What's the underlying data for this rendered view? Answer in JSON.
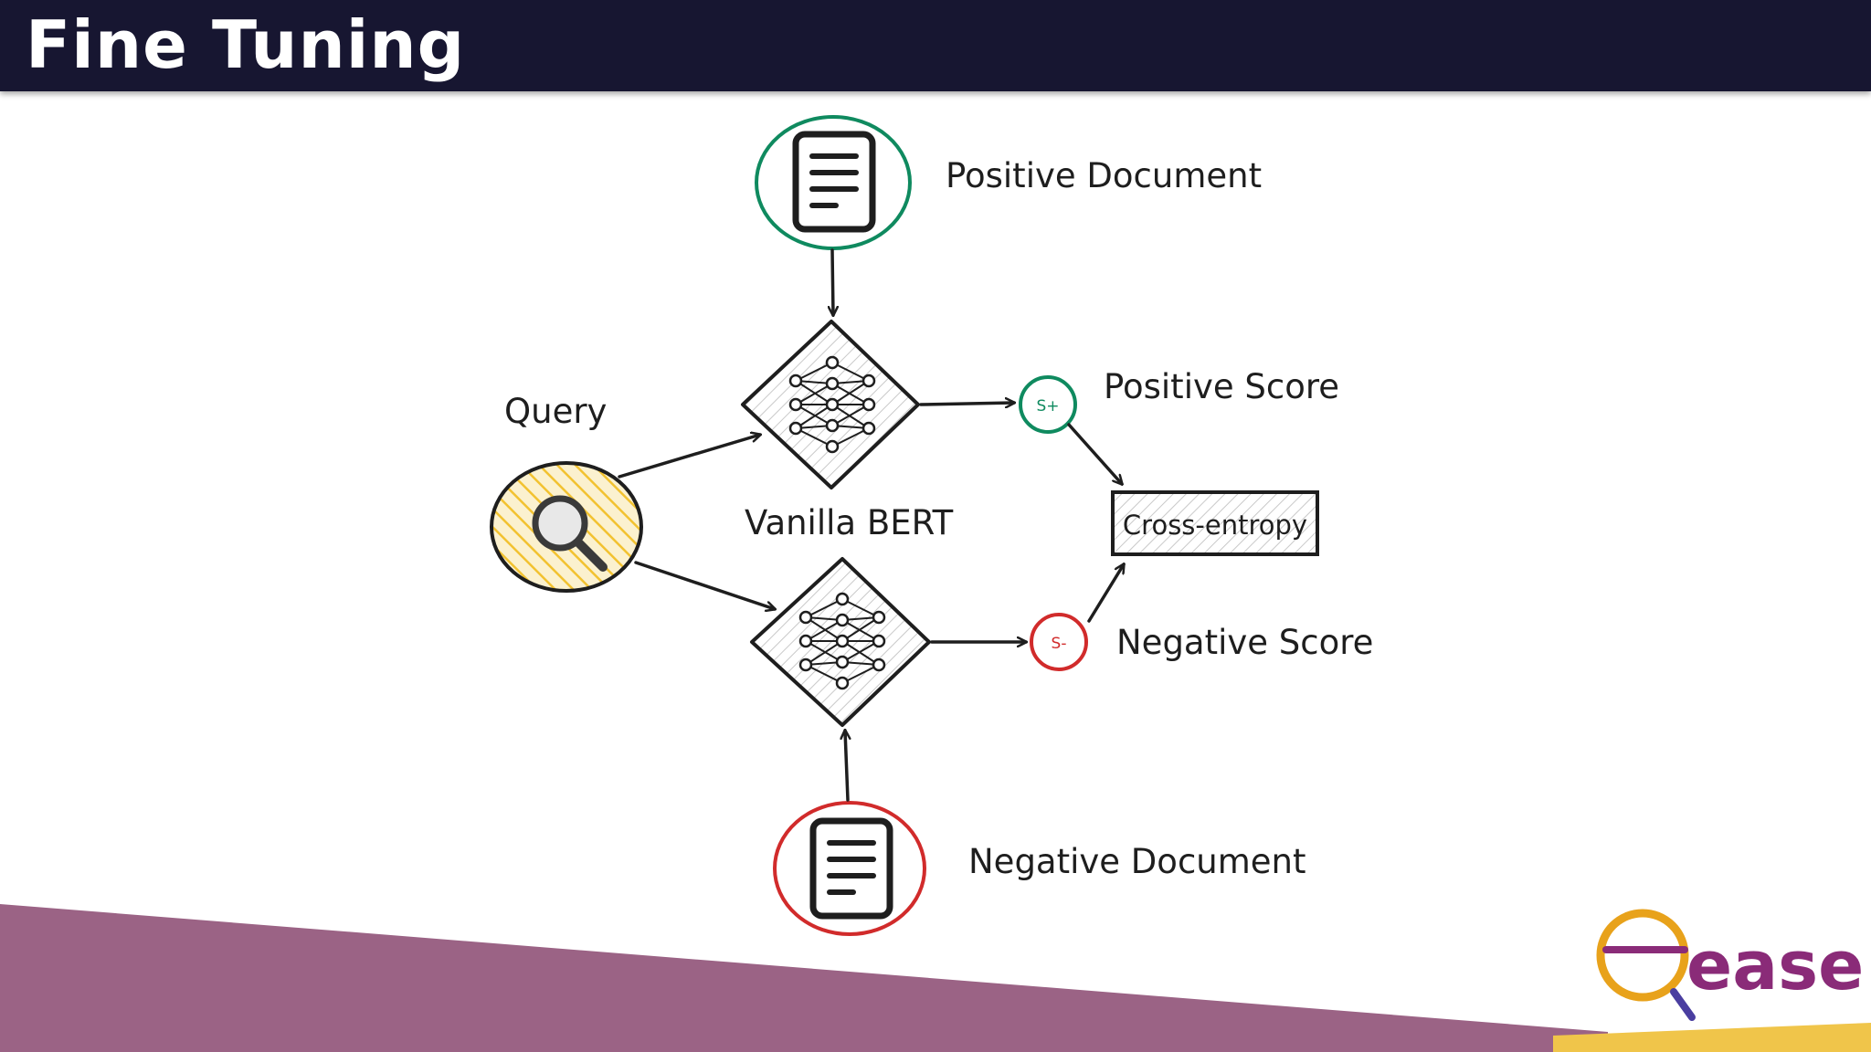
{
  "slide": {
    "title": "Fine Tuning"
  },
  "diagram": {
    "query_label": "Query",
    "positive_document_label": "Positive Document",
    "negative_document_label": "Negative Document",
    "model_label": "Vanilla BERT",
    "positive_score_label": "Positive Score",
    "negative_score_label": "Negative Score",
    "positive_score_symbol": "S+",
    "negative_score_symbol": "S-",
    "loss_label": "Cross-entropy"
  },
  "logo": {
    "text": "ease"
  },
  "colors": {
    "title_bar": "#171631",
    "positive": "#0f8a5f",
    "negative": "#d12b2b",
    "query_fill": "#f2c230",
    "footer_band": "#9b6385",
    "logo_orange": "#e8a21b",
    "logo_purple": "#8a2b78"
  },
  "icons": [
    "document-icon",
    "search-icon",
    "neural-network-icon"
  ]
}
